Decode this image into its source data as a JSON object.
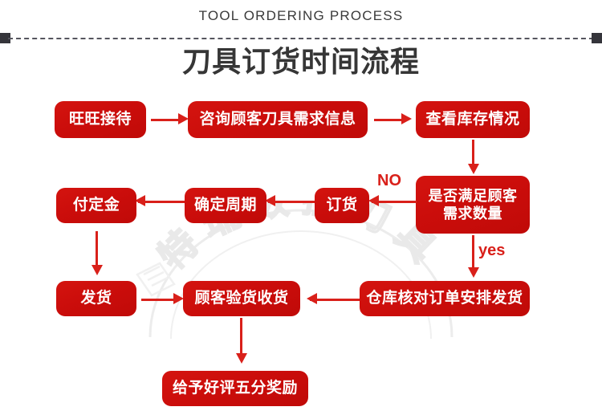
{
  "header": {
    "english_title": "TOOL ORDERING PROCESS",
    "chinese_title": "刀具订货时间流程"
  },
  "watermark": {
    "text": "特瑞数控刀具"
  },
  "colors": {
    "node_red": "#cb0d0b",
    "arrow_red": "#d9201a",
    "title_gray": "#363636",
    "divider_cap": "#35353b",
    "background": "#ffffff"
  },
  "flow": {
    "nodes": [
      {
        "id": "n1",
        "label": "旺旺接待"
      },
      {
        "id": "n2",
        "label": "咨询顾客刀具需求信息"
      },
      {
        "id": "n3",
        "label": "查看库存情况"
      },
      {
        "id": "n4",
        "label": "是否满足顾客\n需求数量"
      },
      {
        "id": "n5",
        "label": "订货"
      },
      {
        "id": "n6",
        "label": "确定周期"
      },
      {
        "id": "n7",
        "label": "付定金"
      },
      {
        "id": "n8",
        "label": "发货"
      },
      {
        "id": "n9",
        "label": "顾客验货收货"
      },
      {
        "id": "n10",
        "label": "仓库核对订单安排发货"
      },
      {
        "id": "n11",
        "label": "给予好评五分奖励"
      }
    ],
    "edge_labels": [
      {
        "id": "no",
        "text": "NO"
      },
      {
        "id": "yes",
        "text": "yes"
      }
    ]
  }
}
